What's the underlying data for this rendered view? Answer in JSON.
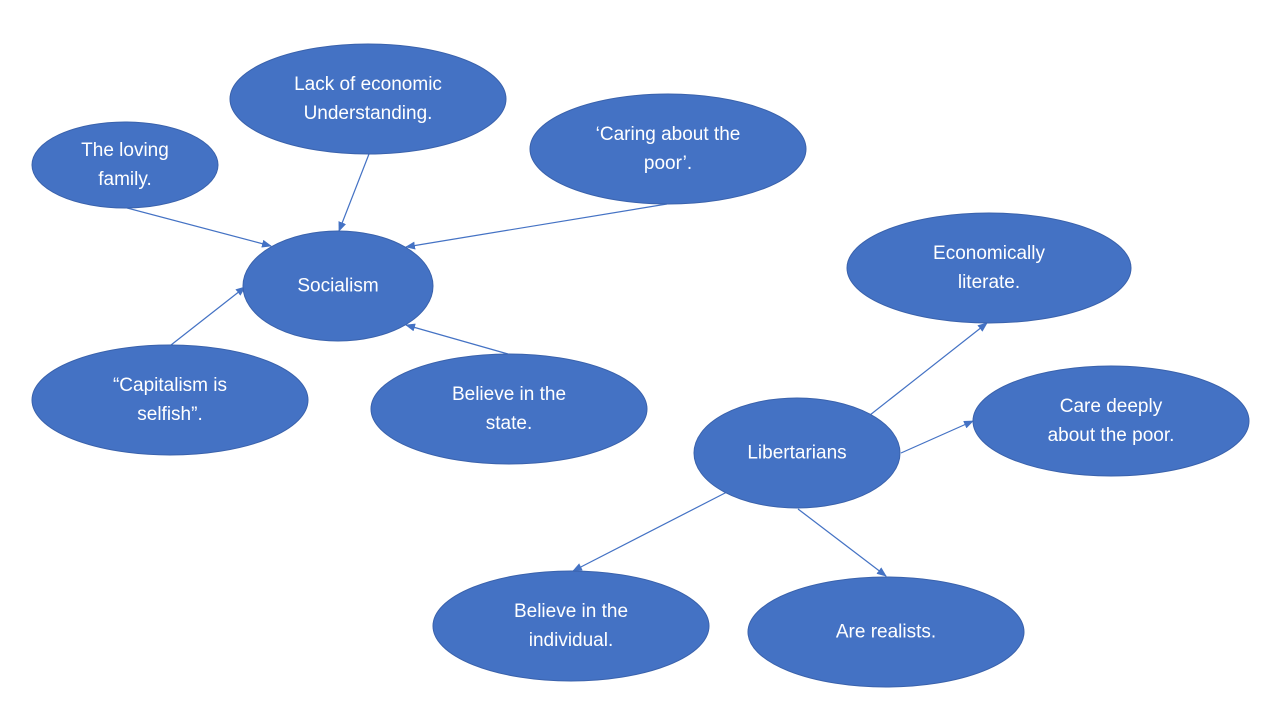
{
  "colors": {
    "node_fill": "#4472C4",
    "node_stroke": "#3A62AC",
    "arrow": "#4472C4",
    "text": "#FFFFFF",
    "background": "#FFFFFF"
  },
  "nodes": [
    {
      "id": "socialism",
      "lines": [
        "Socialism"
      ]
    },
    {
      "id": "loving-family",
      "lines": [
        "The loving",
        "family."
      ]
    },
    {
      "id": "lack-economic-understanding",
      "lines": [
        "Lack of economic",
        "Understanding."
      ]
    },
    {
      "id": "caring-about-poor",
      "lines": [
        "‘Caring about the",
        "poor’."
      ]
    },
    {
      "id": "capitalism-selfish",
      "lines": [
        "“Capitalism is",
        "selfish”."
      ]
    },
    {
      "id": "believe-state",
      "lines": [
        "Believe in the",
        "state."
      ]
    },
    {
      "id": "libertarians",
      "lines": [
        "Libertarians"
      ]
    },
    {
      "id": "economically-literate",
      "lines": [
        "Economically",
        "literate."
      ]
    },
    {
      "id": "care-deeply-poor",
      "lines": [
        "Care deeply",
        "about the poor."
      ]
    },
    {
      "id": "believe-individual",
      "lines": [
        "Believe in the",
        "individual."
      ]
    },
    {
      "id": "are-realists",
      "lines": [
        "Are realists."
      ]
    }
  ],
  "edges": [
    {
      "from": "loving-family",
      "to": "socialism"
    },
    {
      "from": "lack-economic-understanding",
      "to": "socialism"
    },
    {
      "from": "caring-about-poor",
      "to": "socialism"
    },
    {
      "from": "capitalism-selfish",
      "to": "socialism"
    },
    {
      "from": "believe-state",
      "to": "socialism"
    },
    {
      "from": "libertarians",
      "to": "economically-literate"
    },
    {
      "from": "libertarians",
      "to": "care-deeply-poor"
    },
    {
      "from": "libertarians",
      "to": "believe-individual"
    },
    {
      "from": "libertarians",
      "to": "are-realists"
    }
  ]
}
